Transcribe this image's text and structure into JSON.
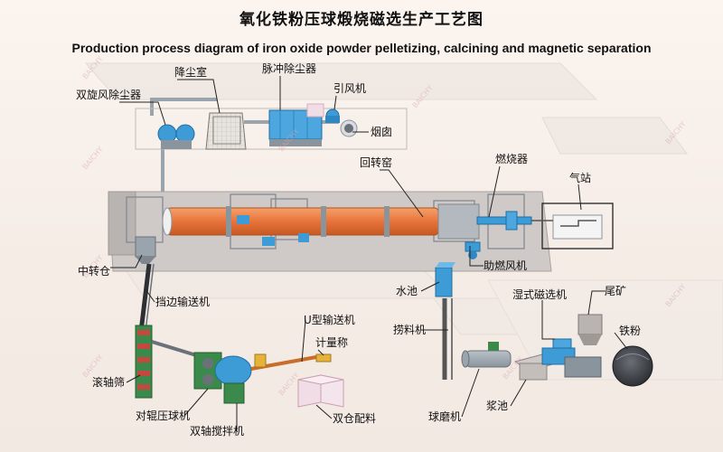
{
  "title": {
    "cn": "氧化铁粉压球煅烧磁选生产工艺图",
    "en": "Production process diagram of iron oxide powder pelletizing, calcining and magnetic separation"
  },
  "watermark": "BAICHY",
  "colors": {
    "kiln_orange": "#ec7a3f",
    "equipment_blue": "#3d9bd6",
    "steel_gray": "#9aa4ad",
    "structure_gray": "#c9c7c6",
    "machine_green": "#3c8a4b",
    "pink_bin": "#f0dde6",
    "label_line": "#222222"
  },
  "labels": {
    "dust_chamber": "降尘室",
    "pulse_dust_collector": "脉冲除尘器",
    "twin_cyclone": "双旋风除尘器",
    "induced_fan": "引风机",
    "chimney": "烟囱",
    "rotary_kiln": "回转窑",
    "burner": "燃烧器",
    "gas_station": "气站",
    "transfer_bin": "中转仓",
    "combustion_fan": "助燃风机",
    "water_tank": "水池",
    "skirt_conveyor": "挡边输送机",
    "u_conveyor": "U型输送机",
    "metering_scale": "计量称",
    "drag_conveyor": "捞料机",
    "wet_magnetic_separator": "湿式磁选机",
    "tailings": "尾矿",
    "iron_powder": "铁粉",
    "roller_screen": "滚轴筛",
    "roller_press": "对辊压球机",
    "double_bin_batching": "双仓配料",
    "twin_shaft_mixer": "双轴搅拌机",
    "ball_mill": "球磨机",
    "slurry_tank": "浆池"
  }
}
